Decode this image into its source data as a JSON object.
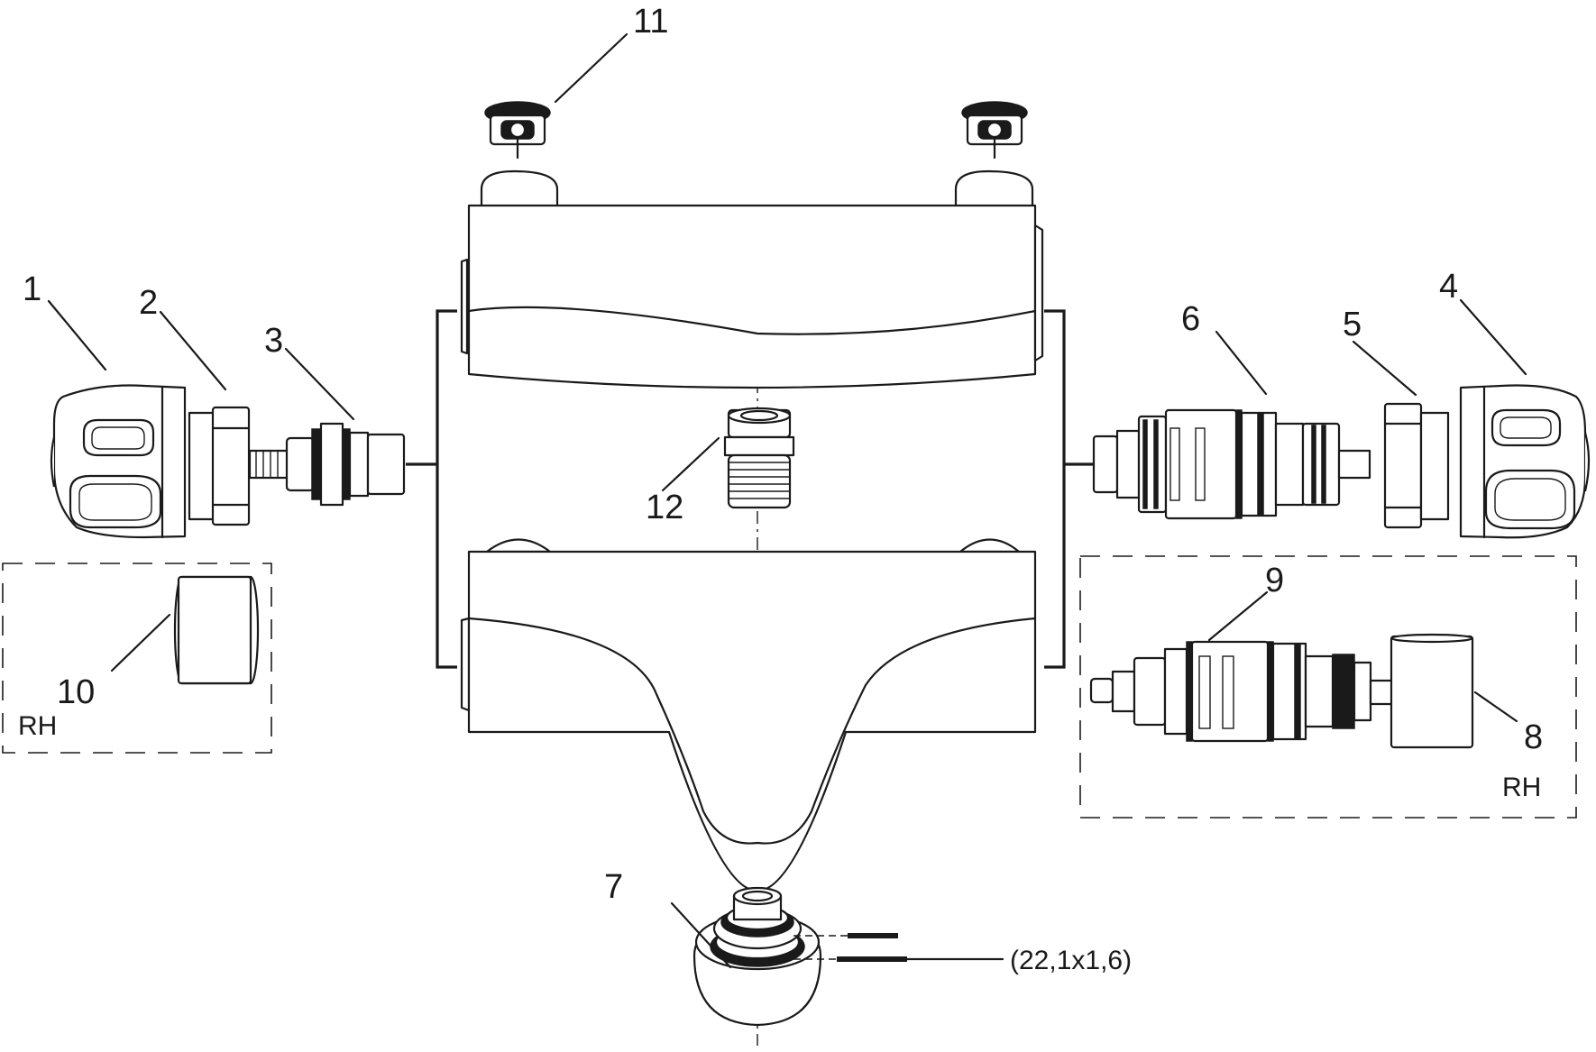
{
  "callouts": {
    "c1": "1",
    "c2": "2",
    "c3": "3",
    "c4": "4",
    "c5": "5",
    "c6": "6",
    "c7": "7",
    "c8": "8",
    "c9": "9",
    "c10": "10",
    "c11": "11",
    "c12": "12"
  },
  "notes": {
    "rh_left": "RH",
    "rh_right": "RH",
    "pipe_dimension": "(22,1x1,6)"
  }
}
